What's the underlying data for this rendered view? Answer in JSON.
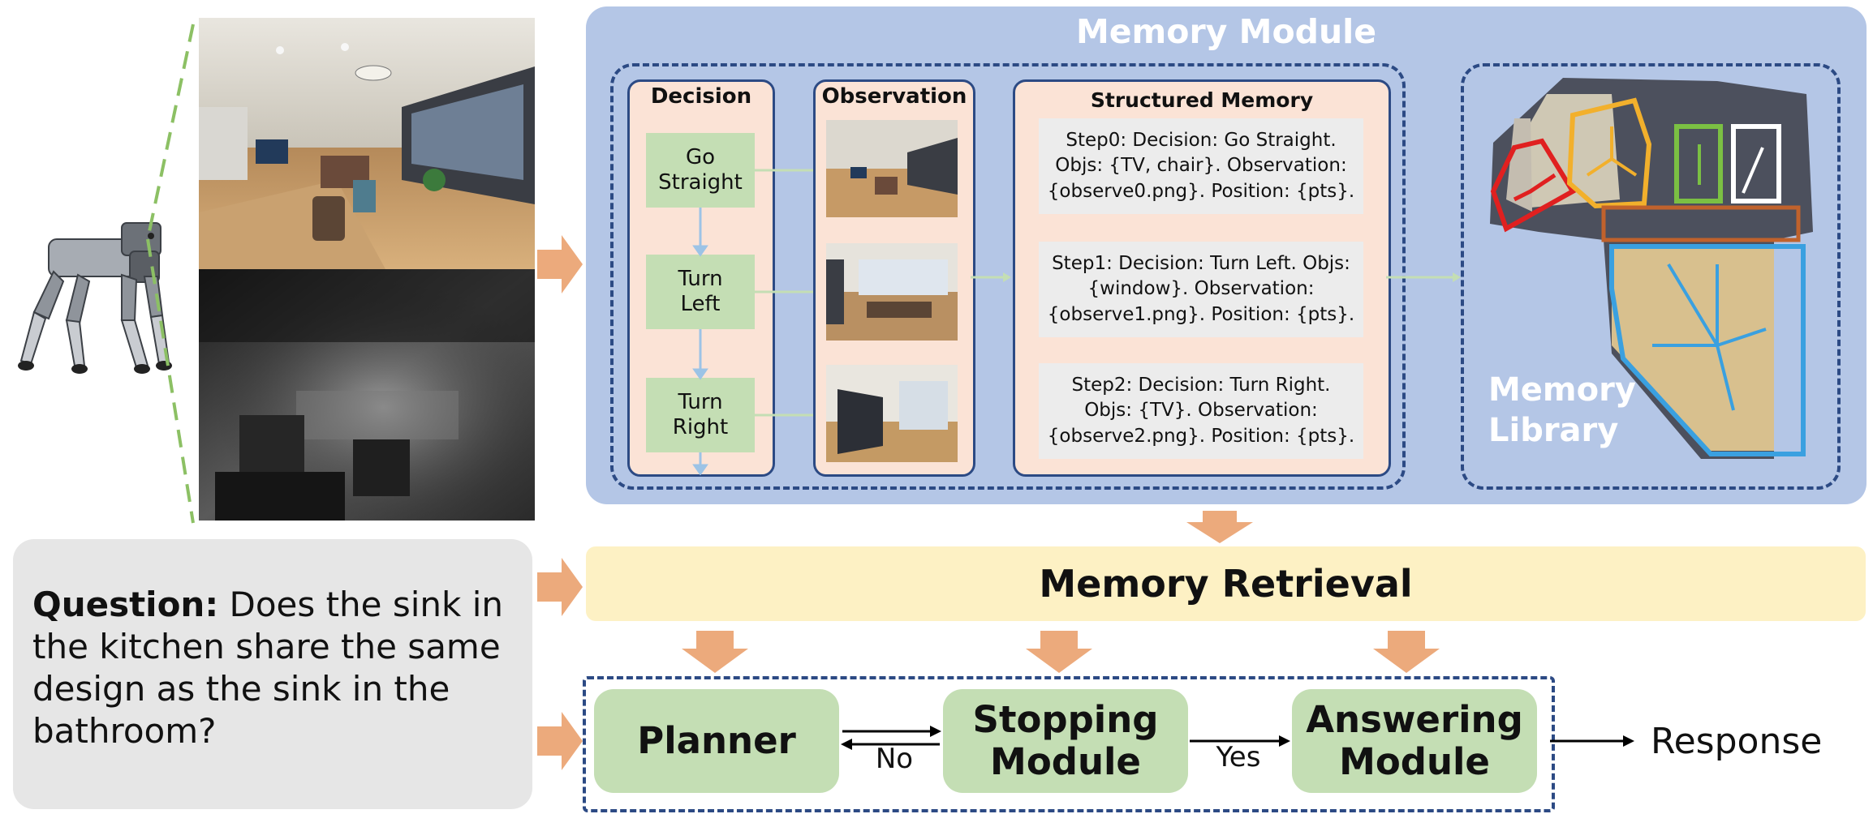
{
  "memory_module": {
    "title": "Memory Module",
    "decision": {
      "title": "Decision",
      "steps": [
        "Go Straight",
        "Turn Left",
        "Turn Right"
      ]
    },
    "observation": {
      "title": "Observation"
    },
    "structured_memory": {
      "title": "Structured Memory",
      "entries": [
        "Step0: Decision: Go Straight. Objs: {TV, chair}. Observation: {observe0.png}. Position: {pts}.",
        "Step1: Decision: Turn Left. Objs: {window}. Observation: {observe1.png}. Position: {pts}.",
        "Step2: Decision: Turn Right. Objs: {TV}. Observation: {observe2.png}. Position: {pts}."
      ]
    },
    "library": {
      "label": "Memory Library"
    }
  },
  "retrieval": {
    "label": "Memory Retrieval"
  },
  "question": {
    "label": "Question:",
    "text": "Does the sink in the kitchen share the same design as the sink in the bathroom?"
  },
  "pipeline": {
    "planner": "Planner",
    "stopping": "Stopping Module",
    "answering": "Answering Module",
    "no_label": "No",
    "yes_label": "Yes",
    "response": "Response"
  },
  "colors": {
    "panel": "#b4c6e6",
    "dash": "#2c4a84",
    "peach": "#fbe3d6",
    "green": "#c4deb4",
    "arrow": "#ecaa7c",
    "retrieval": "#fdf1c4",
    "question_bg": "#e6e6e6"
  }
}
